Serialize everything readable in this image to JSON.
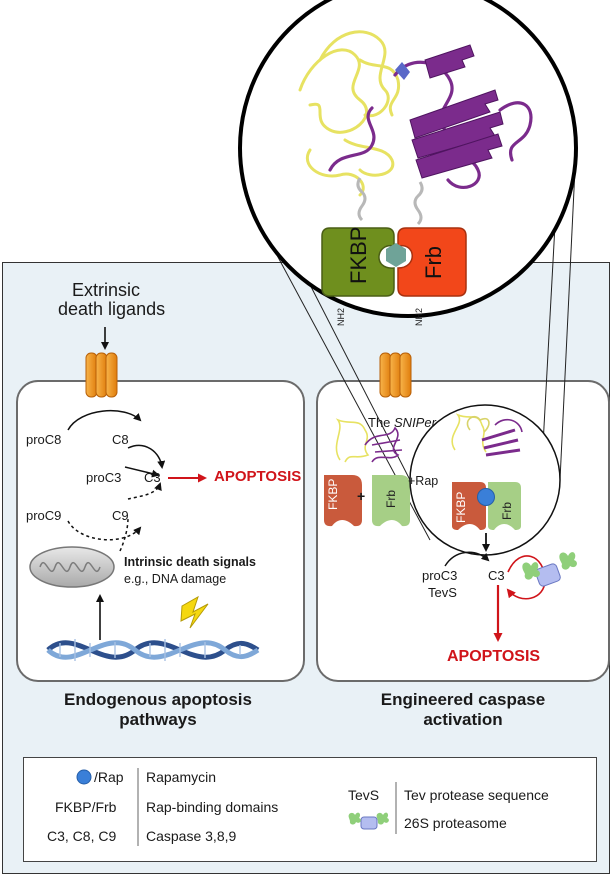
{
  "extrinsic": {
    "line1": "Extrinsic",
    "line2": "death ligands"
  },
  "left_panel": {
    "proC8": "proC8",
    "C8": "C8",
    "proC3": "proC3",
    "C3": "C3",
    "proC9": "proC9",
    "C9": "C9",
    "apoptosis": "APOPTOSIS",
    "intrinsic_title": "Intrinsic death signals",
    "intrinsic_sub": "e.g., DNA damage",
    "caption_line1": "Endogenous apoptosis",
    "caption_line2": "pathways"
  },
  "right_panel": {
    "sniper_prefix": "The ",
    "sniper_name": "SNIPer",
    "fkbp": "FKBP",
    "frb": "Frb",
    "plus": "+",
    "rap": "+Rap",
    "fkbp2": "FKBP",
    "frb2": "Frb",
    "proC3": "proC3",
    "tevs": "TevS",
    "C3": "C3",
    "apoptosis": "APOPTOSIS",
    "caption_line1": "Engineered caspase",
    "caption_line2": "activation"
  },
  "zoom": {
    "fkbp": "FKBP",
    "frb": "Frb",
    "nh2_left": "NH2",
    "nh2_right": "NH2"
  },
  "legend": {
    "rap_key": "/Rap",
    "rap_value": "Rapamycin",
    "fkbp_key": "FKBP/Frb",
    "fkbp_value": "Rap-binding domains",
    "casp_key": "C3, C8, C9",
    "casp_value": "Caspase 3,8,9",
    "tevs_key": "TevS",
    "tevs_value": "Tev protease sequence",
    "proteasome_value": "26S proteasome"
  },
  "colors": {
    "apoptosis_red": "#d0141a",
    "fkbp_green": "#6f8f1e",
    "frb_red": "#f2471a",
    "fkbp_terracotta": "#c95a3c",
    "frb_light_green": "#a6cf86",
    "receptor_orange": "#f39a1e",
    "rap_blue": "#3a7fd8",
    "panel_blue": "#e9f1f6",
    "ribbon_yellow": "#e7e262",
    "ribbon_purple": "#7b2b8c"
  }
}
